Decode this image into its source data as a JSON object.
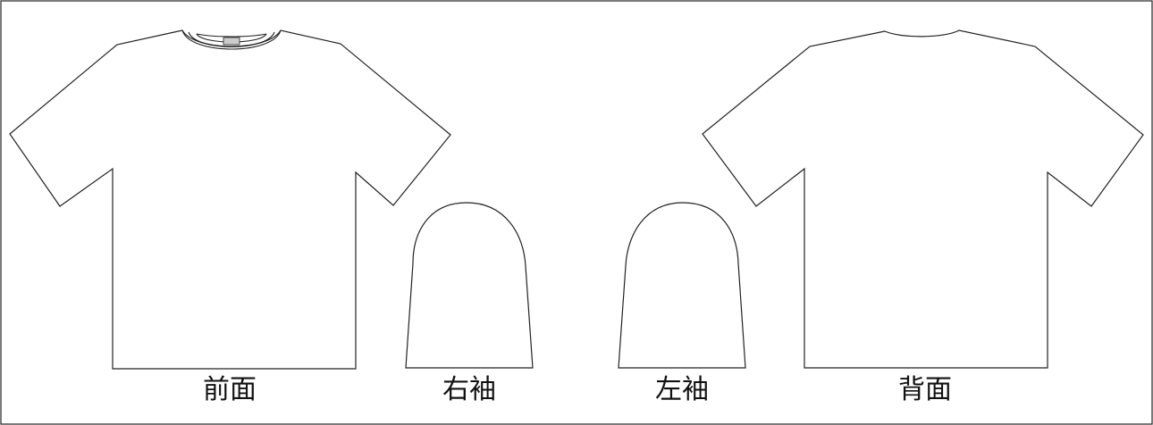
{
  "labels": {
    "front": "前面",
    "right_sleeve": "右袖",
    "left_sleeve": "左袖",
    "back": "背面"
  },
  "colors": {
    "outline": "#222222",
    "neck_tag": "#cccccc",
    "background": "#ffffff"
  }
}
